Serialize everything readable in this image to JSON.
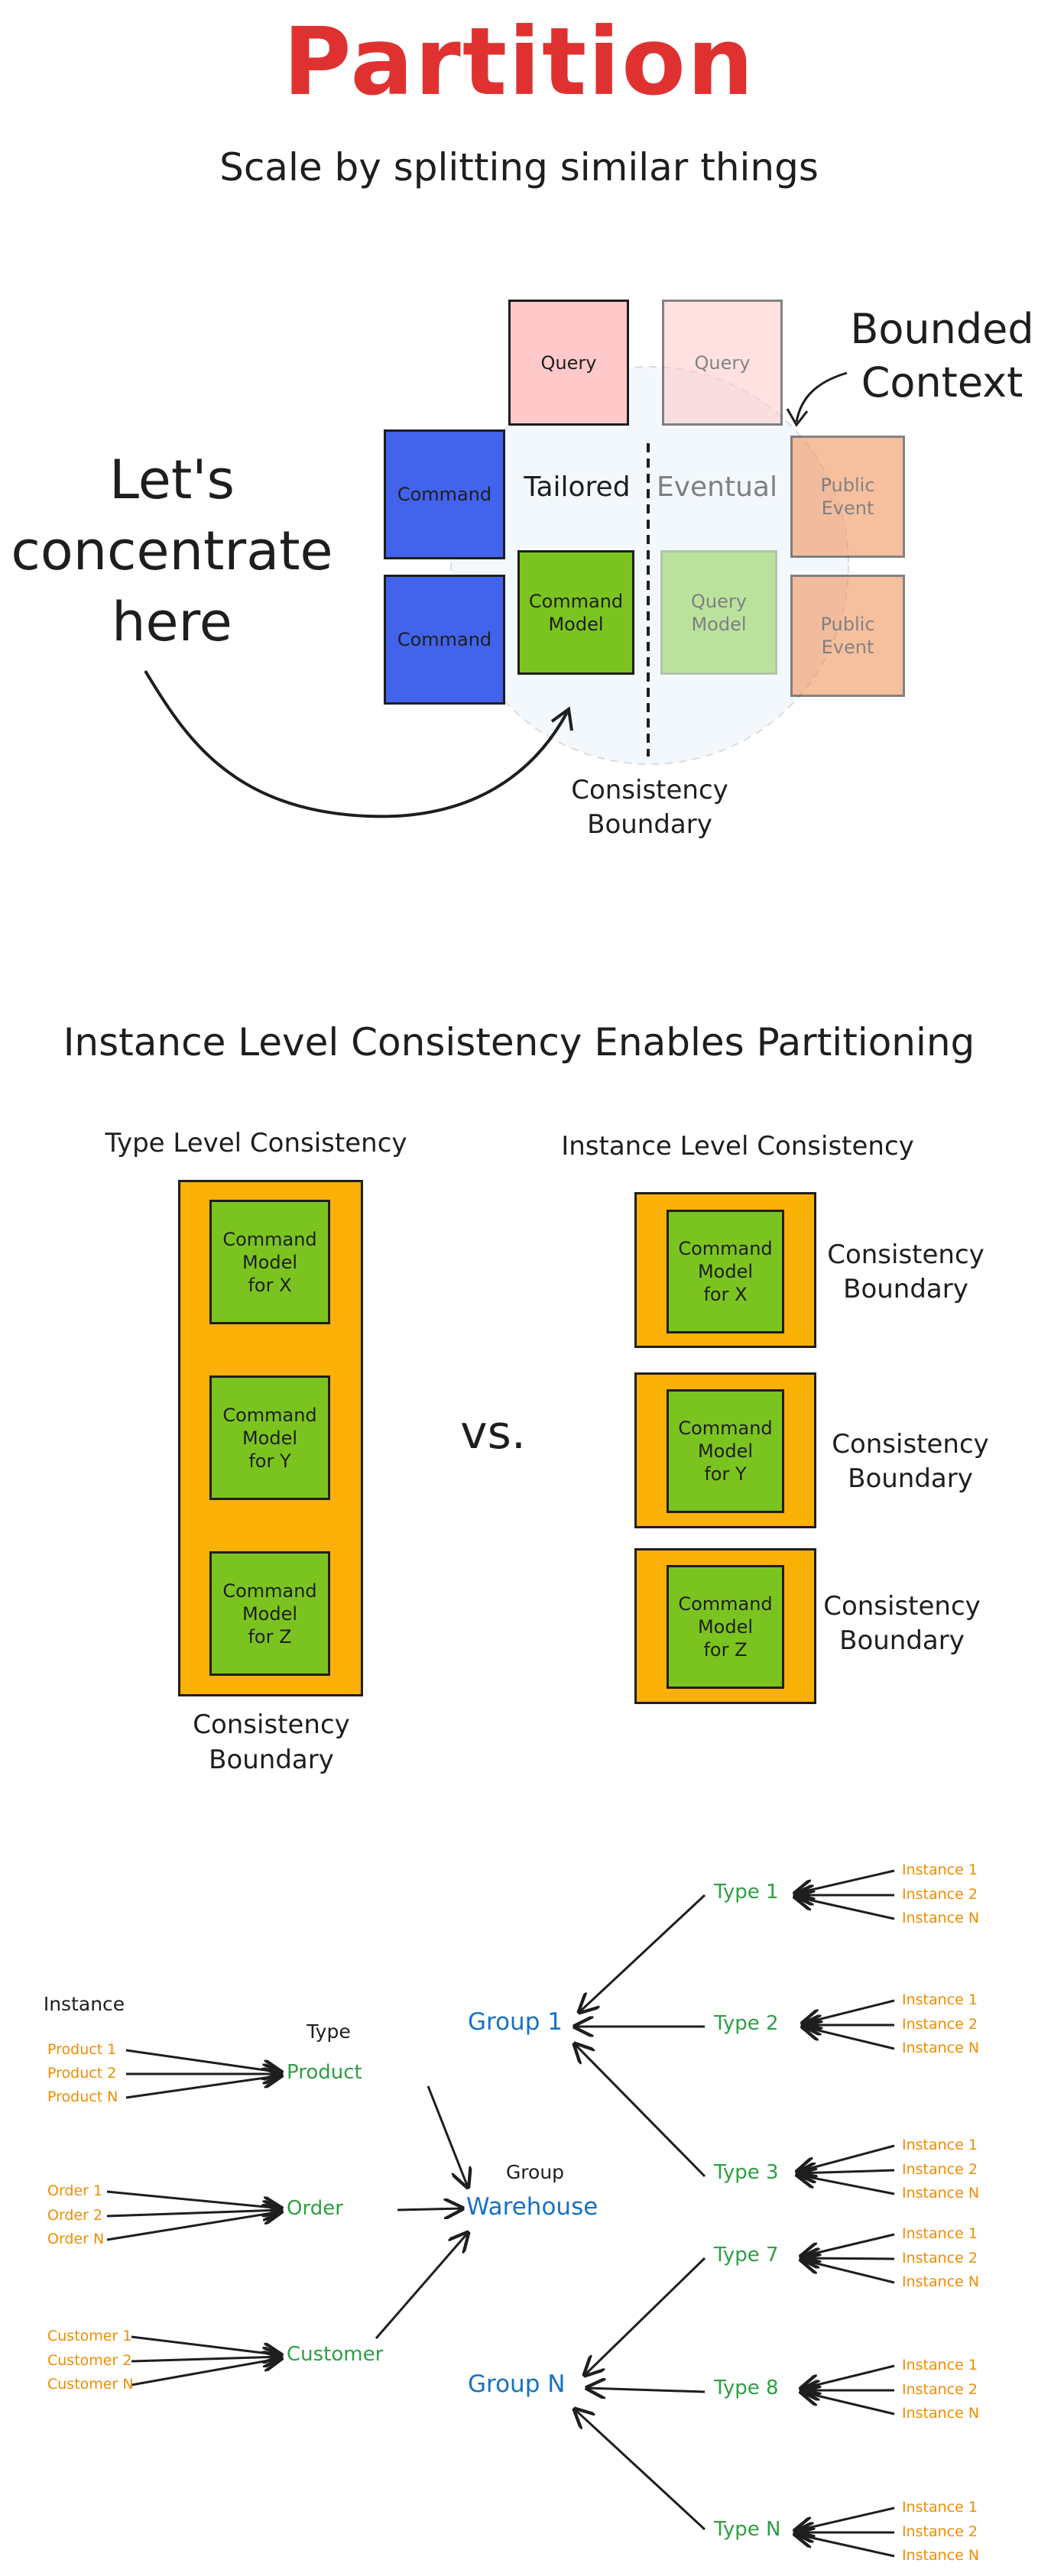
{
  "header": {
    "title": "Partition",
    "subtitle": "Scale by splitting similar things"
  },
  "section1": {
    "query_left": "Query",
    "query_right": "Query",
    "command_top": "Command",
    "command_bottom": "Command",
    "tailored": "Tailored",
    "eventual": "Eventual",
    "command_model": "Command\nModel",
    "query_model": "Query\nModel",
    "public_event_top": "Public\nEvent",
    "public_event_bottom": "Public\nEvent",
    "bounded_context": "Bounded\nContext",
    "lets_concentrate": "Let's\nconcentrate\nhere",
    "consistency_boundary": "Consistency\nBoundary"
  },
  "section2": {
    "title": "Instance Level Consistency Enables Partitioning",
    "type_level": "Type Level Consistency",
    "instance_level": "Instance Level Consistency",
    "vs": "vs.",
    "models": [
      "Command\nModel\nfor X",
      "Command\nModel\nfor Y",
      "Command\nModel\nfor Z"
    ],
    "boundary_label": "Consistency\nBoundary"
  },
  "section3": {
    "col_instance": "Instance",
    "col_type": "Type",
    "col_group": "Group",
    "product_instances": [
      "Product 1",
      "Product 2",
      "Product N"
    ],
    "order_instances": [
      "Order 1",
      "Order 2",
      "Order N"
    ],
    "customer_instances": [
      "Customer 1",
      "Customer 2",
      "Customer N"
    ],
    "types_left": [
      "Product",
      "Order",
      "Customer"
    ],
    "warehouse": "Warehouse",
    "group_1": "Group 1",
    "group_n": "Group N",
    "types_right": [
      "Type 1",
      "Type 2",
      "Type 3",
      "Type 7",
      "Type 8",
      "Type N"
    ],
    "instances": [
      "Instance 1",
      "Instance 2",
      "Instance N"
    ]
  },
  "colors": {
    "title_red": "#e03131",
    "command_blue": "#4263eb",
    "query_pink": "#ffc9c9",
    "model_green": "#7bc41f",
    "event_salmon": "#f6b493",
    "boundary_orange": "#fab005",
    "instance_orange": "#f08c00",
    "type_green": "#2f9e44",
    "group_blue": "#1971c2"
  }
}
